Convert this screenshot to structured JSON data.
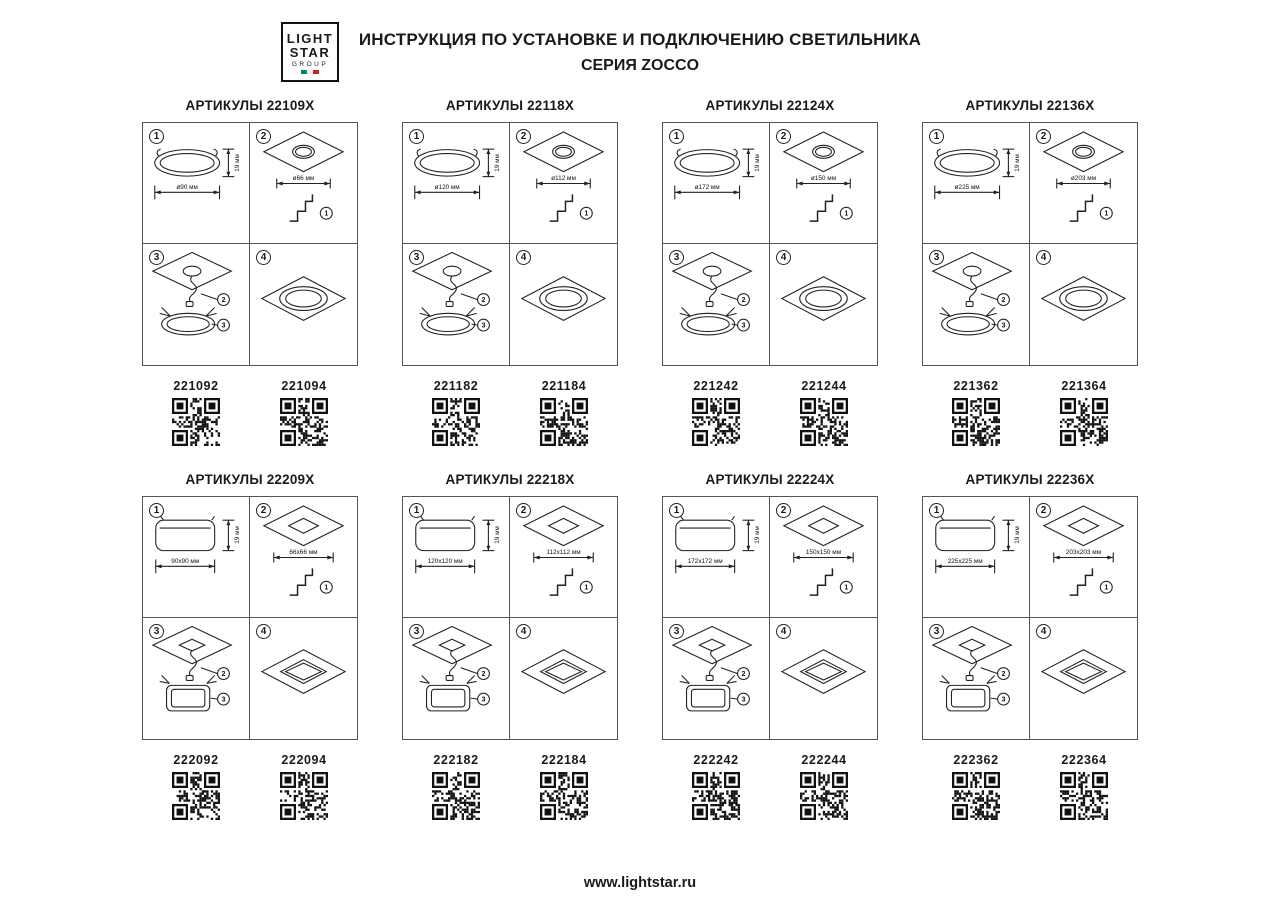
{
  "page": {
    "logo": {
      "l1": "LIGHT",
      "l2": "STAR",
      "l3": "GROUP",
      "flag": [
        "#008c45",
        "#f4f5f0",
        "#cd212a"
      ]
    },
    "title_line1": "ИНСТРУКЦИЯ ПО УСТАНОВКЕ И ПОДКЛЮЧЕНИЮ СВЕТИЛЬНИКА",
    "title_line2": "СЕРИЯ ZOCCO",
    "footer": "www.lightstar.ru",
    "ink_color": "#222222"
  },
  "steps": {
    "s1": "1",
    "s2": "2",
    "s3": "3",
    "s4": "4"
  },
  "sections": [
    {
      "title": "АРТИКУЛЫ 22109X",
      "shape": "round",
      "dim_width": "ø90 мм",
      "dim_height": "19 мм",
      "dim_hole": "ø66 мм",
      "articles": [
        "221092",
        "221094"
      ]
    },
    {
      "title": "АРТИКУЛЫ 22118X",
      "shape": "round",
      "dim_width": "ø120 мм",
      "dim_height": "19 мм",
      "dim_hole": "ø112 мм",
      "articles": [
        "221182",
        "221184"
      ]
    },
    {
      "title": "АРТИКУЛЫ 22124X",
      "shape": "round",
      "dim_width": "ø172 мм",
      "dim_height": "19 мм",
      "dim_hole": "ø150 мм",
      "articles": [
        "221242",
        "221244"
      ]
    },
    {
      "title": "АРТИКУЛЫ 22136X",
      "shape": "round",
      "dim_width": "ø225 мм",
      "dim_height": "19 мм",
      "dim_hole": "ø203 мм",
      "articles": [
        "221362",
        "221364"
      ]
    },
    {
      "title": "АРТИКУЛЫ 22209X",
      "shape": "square",
      "dim_width": "90x90 мм",
      "dim_height": "19 мм",
      "dim_hole": "66x66 мм",
      "articles": [
        "222092",
        "222094"
      ]
    },
    {
      "title": "АРТИКУЛЫ 22218X",
      "shape": "square",
      "dim_width": "120x120 мм",
      "dim_height": "19 мм",
      "dim_hole": "112x112 мм",
      "articles": [
        "222182",
        "222184"
      ]
    },
    {
      "title": "АРТИКУЛЫ 22224X",
      "shape": "square",
      "dim_width": "172x172 мм",
      "dim_height": "19 мм",
      "dim_hole": "150x150 мм",
      "articles": [
        "222242",
        "222244"
      ]
    },
    {
      "title": "АРТИКУЛЫ 22236X",
      "shape": "square",
      "dim_width": "225x225 мм",
      "dim_height": "19 мм",
      "dim_hole": "203x203 мм",
      "articles": [
        "222362",
        "222364"
      ]
    }
  ]
}
